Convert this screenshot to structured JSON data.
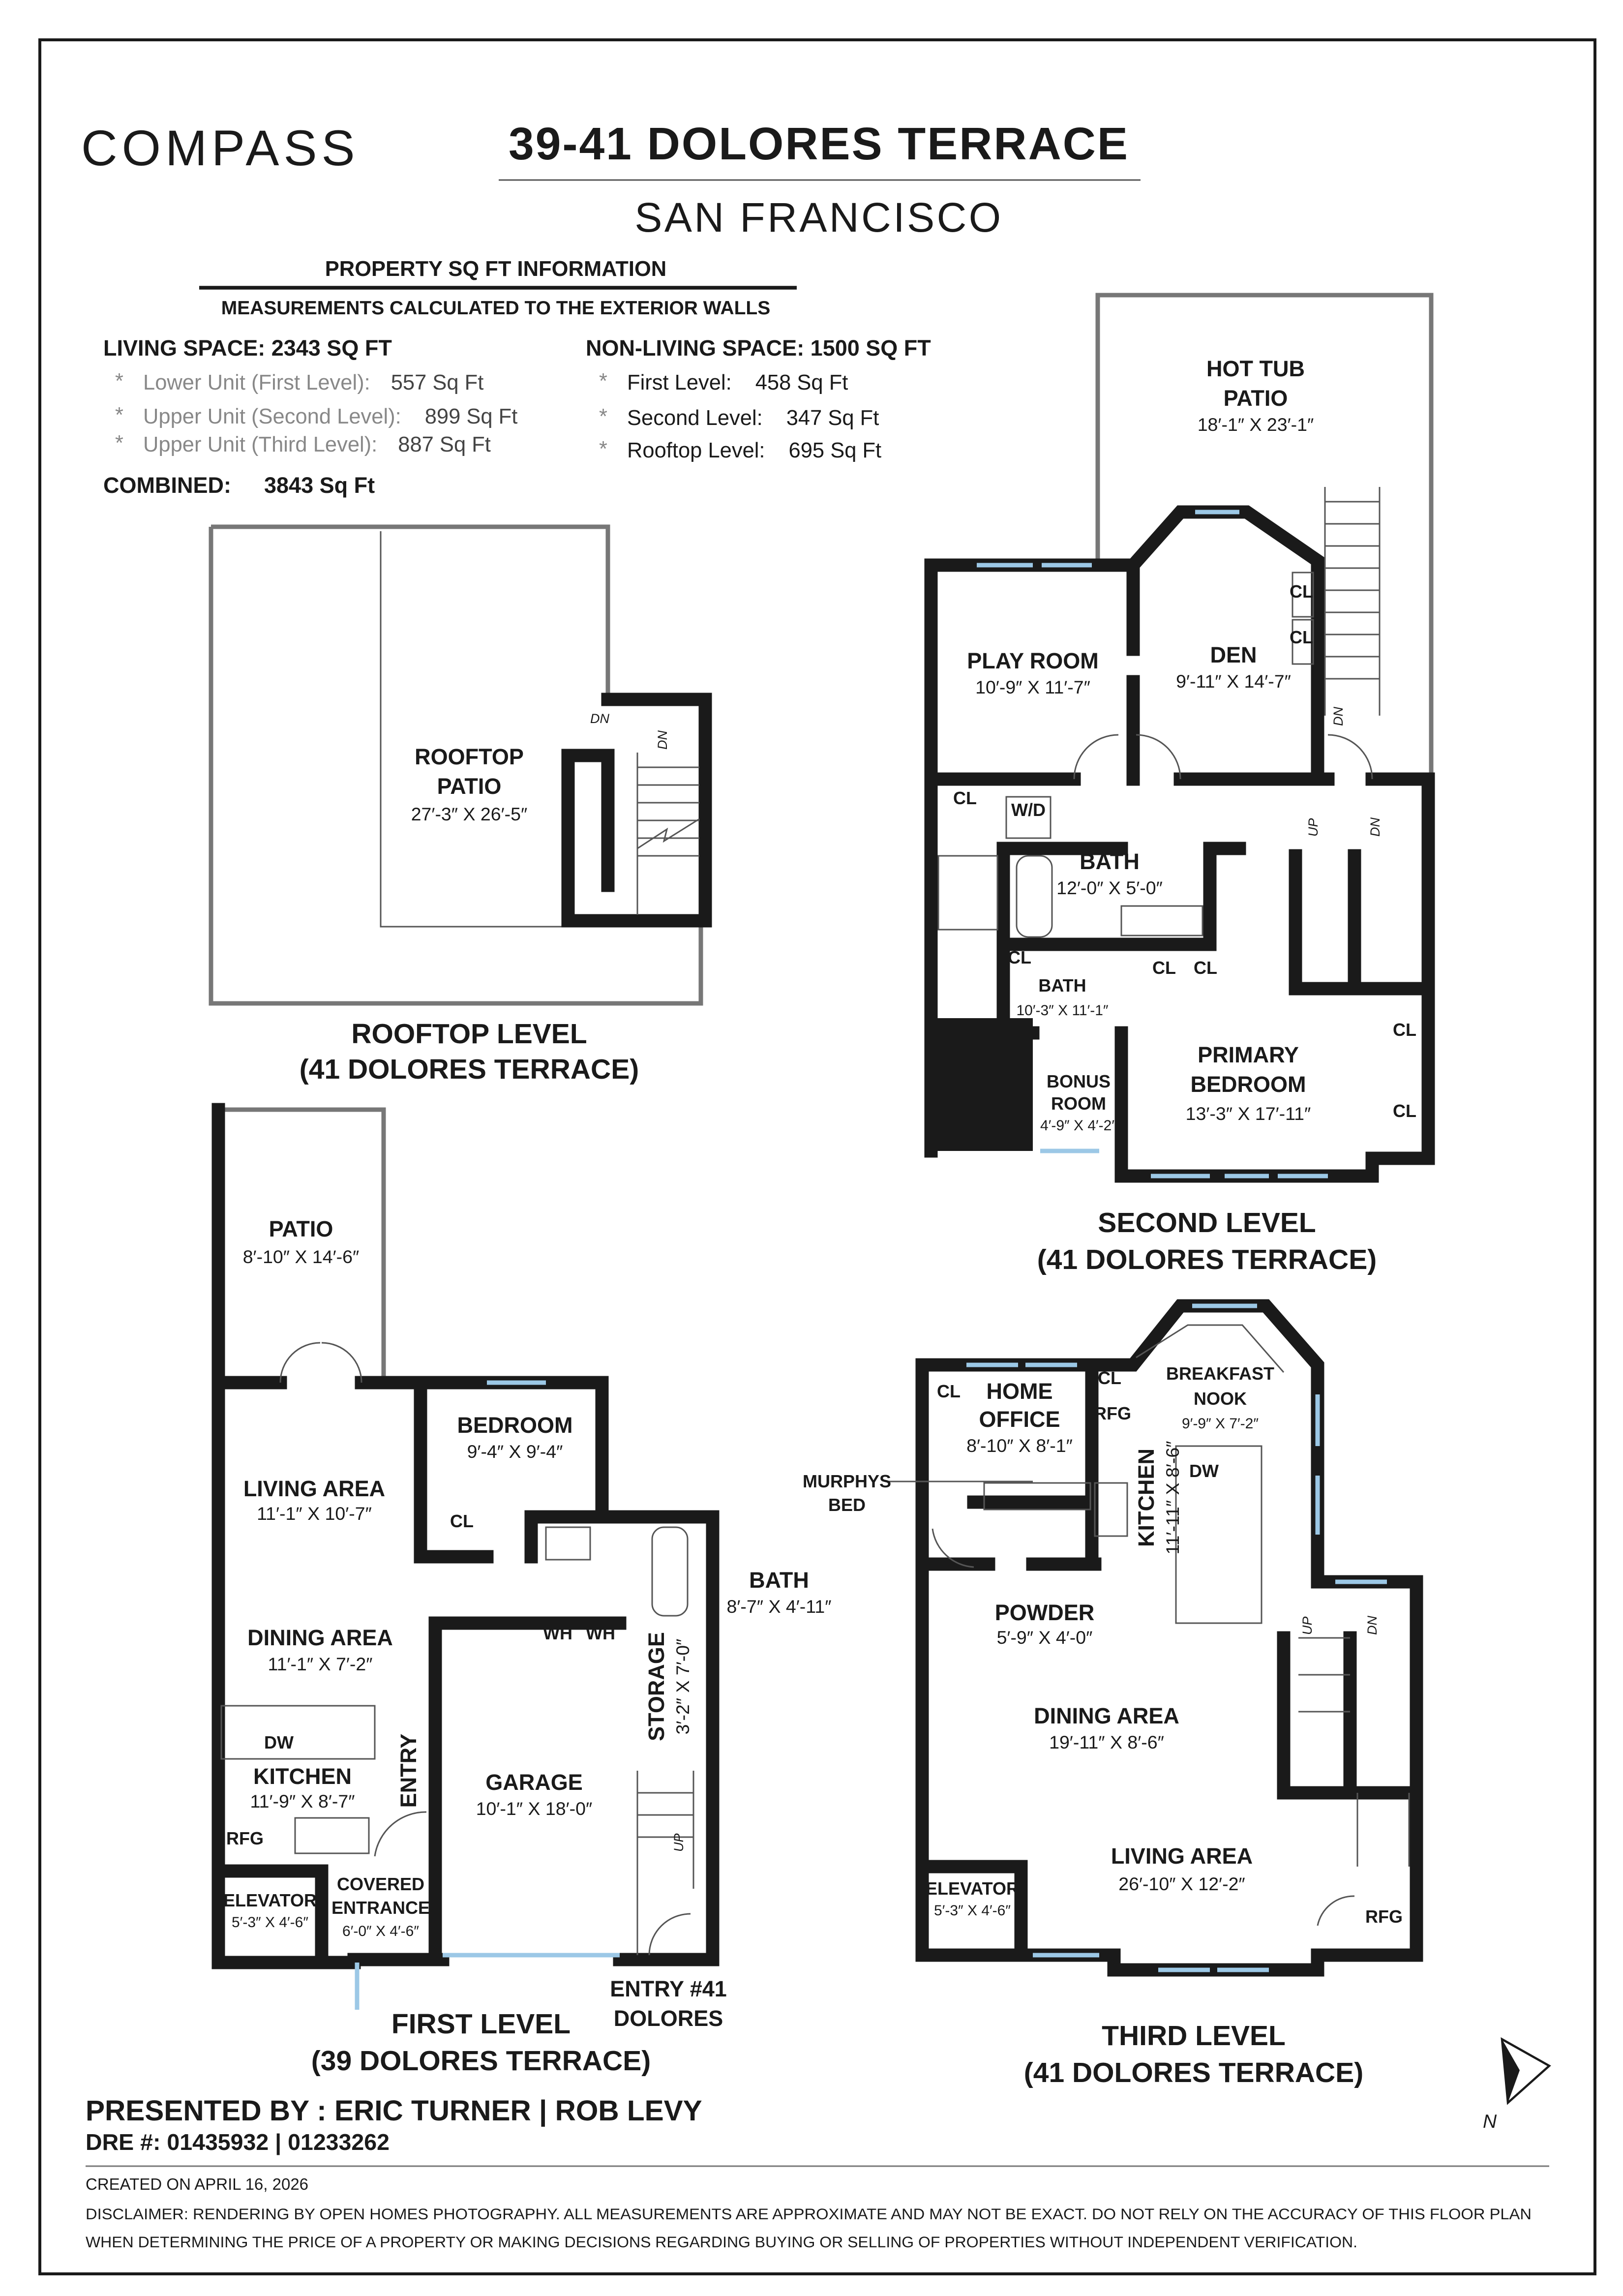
{
  "header": {
    "logo": "COMPASS",
    "title": "39-41 DOLORES TERRACE",
    "city": "SAN FRANCISCO"
  },
  "sqft": {
    "heading": "PROPERTY SQ FT INFORMATION",
    "subheading": "MEASUREMENTS CALCULATED TO THE EXTERIOR WALLS",
    "living": {
      "title": "LIVING SPACE: 2343 SQ FT",
      "items": [
        {
          "label": "Lower Unit",
          "detail": "(First Level):",
          "value": "557 Sq Ft"
        },
        {
          "label": "Upper Unit",
          "detail": "(Second Level):",
          "value": "899 Sq Ft"
        },
        {
          "label": "Upper Unit",
          "detail": "(Third Level):",
          "value": "887 Sq Ft"
        }
      ]
    },
    "nonliving": {
      "title": "NON-LIVING SPACE: 1500 SQ FT",
      "items": [
        {
          "label": "First Level:",
          "value": "458 Sq Ft"
        },
        {
          "label": "Second Level:",
          "value": "347 Sq Ft"
        },
        {
          "label": "Rooftop Level:",
          "value": "695 Sq Ft"
        }
      ]
    },
    "combined_label": "COMBINED:",
    "combined_value": "3843 Sq Ft",
    "bullet": "*"
  },
  "rooftop": {
    "level": "ROOFTOP LEVEL",
    "building": "(41 DOLORES TERRACE)",
    "rooms": {
      "patio_1": "ROOFTOP",
      "patio_2": "PATIO",
      "patio_dim": "27′-3″ X 26′-5″",
      "dn": "DN"
    }
  },
  "second": {
    "level": "SECOND LEVEL",
    "building": "(41 DOLORES TERRACE)",
    "rooms": {
      "hottub_1": "HOT TUB",
      "hottub_2": "PATIO",
      "hottub_dim": "18′-1″ X 23′-1″",
      "play": "PLAY ROOM",
      "play_dim": "10′-9″ X 11′-7″",
      "den": "DEN",
      "den_dim": "9′-11″ X 14′-7″",
      "cl": "CL",
      "wd": "W/D",
      "bath1": "BATH",
      "bath1_dim": "12′-0″ X 5′-0″",
      "bath2": "BATH",
      "bath2_dim": "10′-3″ X 11′-1″",
      "primary_1": "PRIMARY",
      "primary_2": "BEDROOM",
      "primary_dim": "13′-3″ X 17′-11″",
      "bonus_1": "BONUS",
      "bonus_2": "ROOM",
      "bonus_dim": "4′-9″ X 4′-2″",
      "up": "UP",
      "dn": "DN"
    }
  },
  "first": {
    "level": "FIRST LEVEL",
    "building": "(39 DOLORES TERRACE)",
    "rooms": {
      "patio": "PATIO",
      "patio_dim": "8′-10″ X 14′-6″",
      "bedroom": "BEDROOM",
      "bedroom_dim": "9′-4″ X 9′-4″",
      "living": "LIVING AREA",
      "living_dim": "11′-1″ X 10′-7″",
      "cl": "CL",
      "bath": "BATH",
      "bath_dim": "8′-7″ X 4′-11″",
      "dining": "DINING AREA",
      "dining_dim": "11′-1″ X 7′-2″",
      "wh": "WH",
      "storage": "STORAGE",
      "storage_dim": "3′-2″ X 7′-0″",
      "dw": "DW",
      "kitchen": "KITCHEN",
      "kitchen_dim": "11′-9″ X 8′-7″",
      "entry": "ENTRY",
      "garage": "GARAGE",
      "garage_dim": "10′-1″ X 18′-0″",
      "rfg": "RFG",
      "up": "UP",
      "elevator": "ELEVATOR",
      "elevator_dim": "5′-3″ X 4′-6″",
      "covered_1": "COVERED",
      "covered_2": "ENTRANCE",
      "covered_dim": "6′-0″ X 4′-6″",
      "entry41_1": "ENTRY #41",
      "entry41_2": "DOLORES"
    }
  },
  "third": {
    "level": "THIRD LEVEL",
    "building": "(41 DOLORES TERRACE)",
    "rooms": {
      "cl": "CL",
      "office_1": "HOME",
      "office_2": "OFFICE",
      "office_dim": "8′-10″ X 8′-1″",
      "rfg": "RFG",
      "nook_1": "BREAKFAST",
      "nook_2": "NOOK",
      "nook_dim": "9′-9″ X 7′-2″",
      "dw": "DW",
      "murphy_1": "MURPHYS",
      "murphy_2": "BED",
      "kitchen": "KITCHEN",
      "kitchen_dim": "11′-11″ X 8′-6″",
      "powder": "POWDER",
      "powder_dim": "5′-9″ X 4′-0″",
      "dining": "DINING AREA",
      "dining_dim": "19′-11″ X 8′-6″",
      "living": "LIVING AREA",
      "living_dim": "26′-10″ X 12′-2″",
      "elevator": "ELEVATOR",
      "elevator_dim": "5′-3″ X 4′-6″",
      "rfg2": "RFG",
      "up": "UP",
      "dn": "DN"
    }
  },
  "compass": {
    "north": "N",
    "icon": "north-arrow-icon"
  },
  "footer": {
    "presented": "PRESENTED BY : ERIC TURNER | ROB LEVY",
    "dre": "DRE #: 01435932 | 01233262",
    "created": "CREATED ON APRIL 16, 2026",
    "disclaimer_1": "DISCLAIMER: RENDERING BY OPEN HOMES PHOTOGRAPHY. ALL MEASUREMENTS ARE APPROXIMATE AND MAY NOT BE EXACT. DO NOT RELY ON THE ACCURACY OF THIS FLOOR PLAN",
    "disclaimer_2": "WHEN DETERMINING THE PRICE OF A PROPERTY OR MAKING DECISIONS REGARDING BUYING OR SELLING OF PROPERTIES WITHOUT INDEPENDENT VERIFICATION."
  },
  "colors": {
    "ink": "#1a1a1a",
    "window": "#9cc8e6",
    "muted": "#888888"
  }
}
